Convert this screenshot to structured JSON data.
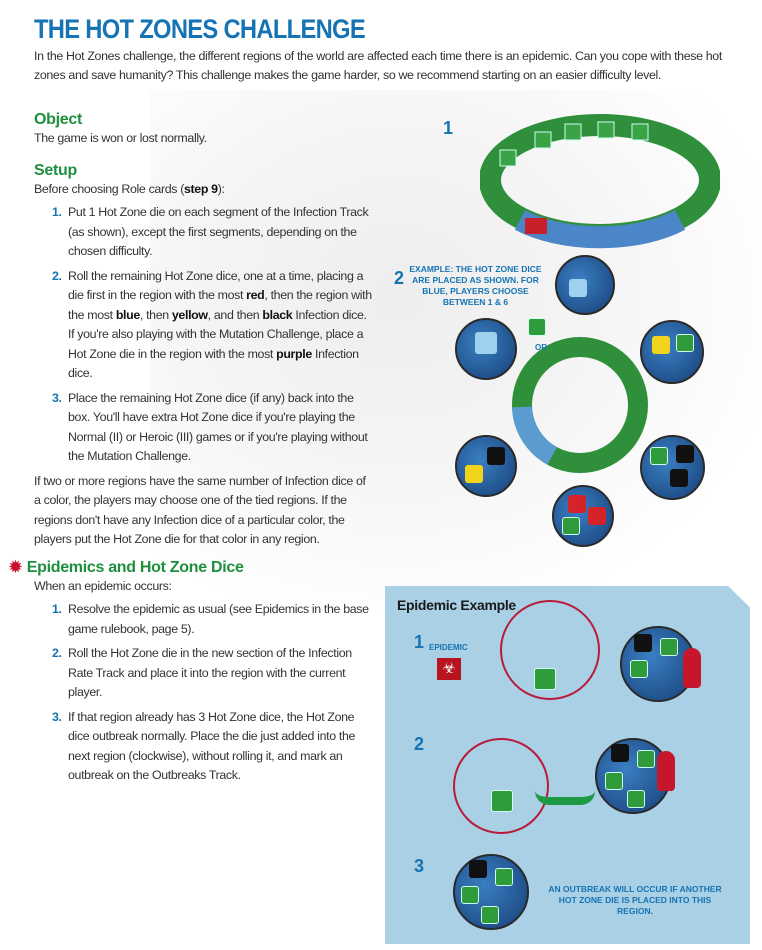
{
  "title": "THE HOT ZONES CHALLENGE",
  "intro": "In the Hot Zones challenge, the different regions of the world are affected each time there is an epidemic. Can you cope with these hot zones and save humanity? This challenge makes the game harder, so we recommend starting on an easier difficulty level.",
  "object": {
    "heading": "Object",
    "text": "The game is won or lost normally."
  },
  "setup": {
    "heading": "Setup",
    "lead_a": "Before choosing Role cards (",
    "lead_b": "step 9",
    "lead_c": "):",
    "steps": [
      {
        "num": "1.",
        "text": "Put 1 Hot Zone die on each segment of the Infection Track (as shown), except the first segments, depending on the chosen difficulty."
      },
      {
        "num": "2.",
        "t1": "Roll the remaining Hot Zone dice, one at a time, placing a die first in the region with the most ",
        "b1": "red",
        "t2": ", then the region with the most ",
        "b2": "blue",
        "t3": ", then ",
        "b3": "yellow",
        "t4": ", and then ",
        "b4": "black",
        "t5": " Infection dice. If you're also playing with the Mutation Challenge, place a Hot Zone die in the region with the most ",
        "b5": "purple",
        "t6": " Infection dice."
      },
      {
        "num": "3.",
        "text": "Place the remaining Hot Zone dice (if any) back into the box. You'll have extra Hot Zone dice if you're playing the Normal (II) or Heroic (III) games or if you're playing without the Mutation Challenge."
      }
    ],
    "tie": "If two or more regions have the same number of Infection dice of a color, the players may choose one of the tied regions. If the regions don't have any Infection dice of a particular color, the players put the Hot Zone die for that color in any region."
  },
  "epidemics": {
    "heading": "Epidemics and Hot Zone Dice",
    "lead": "When an epidemic occurs:",
    "steps": [
      {
        "num": "1.",
        "text": "Resolve the epidemic as usual (see Epidemics in the base game rulebook, page 5)."
      },
      {
        "num": "2.",
        "text": "Roll the Hot Zone die in the new section of the Infection Rate Track and place it into the region with the current player."
      },
      {
        "num": "3.",
        "text": "If that region already has 3 Hot Zone dice, the Hot Zone dice outbreak normally. Place the die just added into the next region (clockwise), without rolling it, and mark an outbreak on the Outbreaks Track."
      }
    ]
  },
  "figures": {
    "fig1": "1",
    "fig2": "2",
    "fig2_caption": "EXAMPLE: THE HOT ZONE DICE ARE PLACED AS SHOWN. FOR BLUE, PLAYERS CHOOSE BETWEEN 1 & 6",
    "or": "OR"
  },
  "example": {
    "heading": "Epidemic Example",
    "s1": "1",
    "s1_label": "EPIDEMIC",
    "s2": "2",
    "s3": "3",
    "s3_caption": "AN OUTBREAK WILL OCCUR IF ANOTHER HOT ZONE DIE IS PLACED INTO THIS REGION."
  }
}
